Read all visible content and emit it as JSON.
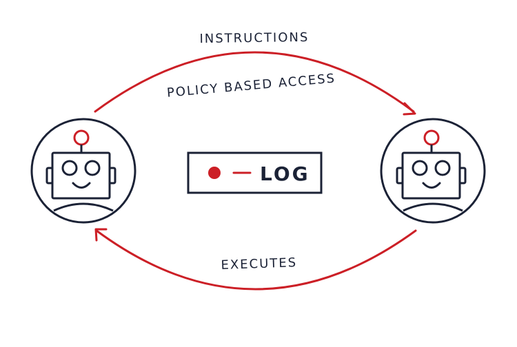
{
  "labels": {
    "instructions": "INSTRUCTIONS",
    "policy_based_access": "POLICY BASED ACCESS",
    "executes": "EXECUTES",
    "log": "LOG"
  },
  "colors": {
    "ink": "#1b2236",
    "accent": "#cc1f26",
    "background": "#ffffff"
  },
  "icons": {
    "left_agent": "robot-icon",
    "right_agent": "robot-icon",
    "log_dot": "record-dot-icon",
    "top_arrow": "arrow-right-icon",
    "bottom_arrow": "arrow-left-icon"
  }
}
